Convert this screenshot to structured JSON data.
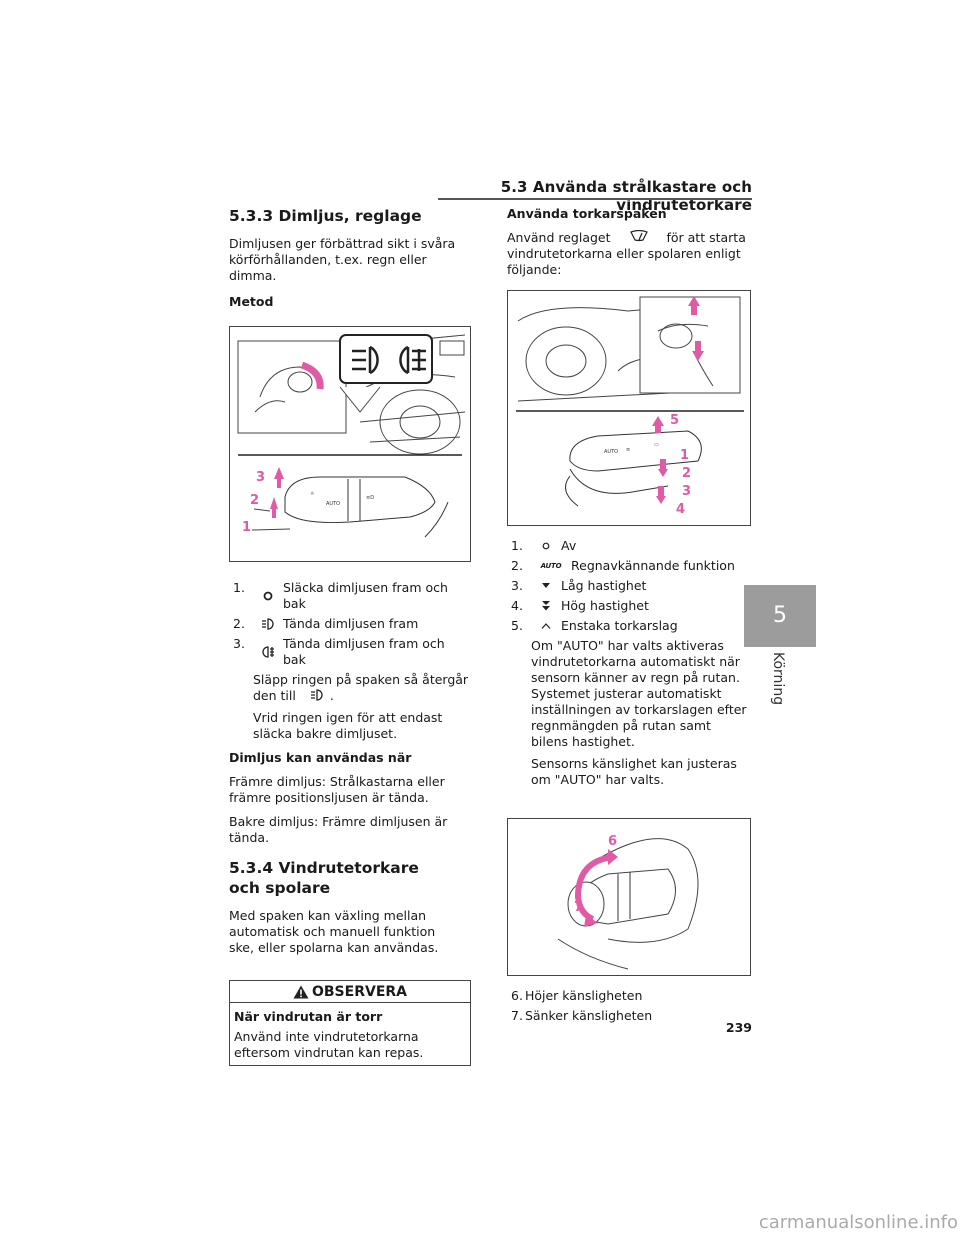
{
  "header": {
    "title": "5.3 Använda strålkastare och vindrutetorkare"
  },
  "side_tab": {
    "number": "5",
    "label": "Körning"
  },
  "left": {
    "section1_title": "5.3.3 Dimljus, reglage",
    "intro": "Dimljusen ger förbättrad sikt i svåra körförhållanden, t.ex. regn eller dimma.",
    "metod": "Metod",
    "fig1": {
      "label1": "1",
      "label2": "2",
      "label3": "3"
    },
    "items": [
      {
        "num": "1.",
        "text": "Släcka dimljusen fram och bak"
      },
      {
        "num": "2.",
        "text": "Tända dimljusen fram"
      },
      {
        "num": "3.",
        "text": "Tända dimljusen fram och bak"
      }
    ],
    "release_text": "Släpp ringen på spaken så återgår den till",
    "release_end": ".",
    "twist_text": "Vrid ringen igen för att endast släcka bakre dimljuset.",
    "usable_heading": "Dimljus kan användas när",
    "front_text": "Främre dimljus: Strålkastarna eller främre positionsljusen är tända.",
    "rear_text": "Bakre dimljus: Främre dimljusen är tända.",
    "section2_title": "5.3.4 Vindrutetorkare och spolare",
    "section2_text": "Med spaken kan växling mellan automatisk och manuell funktion ske, eller spolarna kan användas.",
    "notice": {
      "title": "OBSERVERA",
      "heading": "När vindrutan är torr",
      "text": "Använd inte vindrutetorkarna eftersom vindrutan kan repas."
    }
  },
  "right": {
    "heading": "Använda torkarspaken",
    "text_before": "Använd reglaget",
    "text_after": "för att starta vindrutetorkarna eller spolaren enligt följande:",
    "fig2": {
      "l5": "5",
      "l1": "1",
      "l2": "2",
      "l3": "3",
      "l4": "4"
    },
    "items": [
      {
        "num": "1.",
        "text": "Av"
      },
      {
        "num": "2.",
        "text": "Regnavkännande funktion"
      },
      {
        "num": "3.",
        "text": "Låg hastighet"
      },
      {
        "num": "4.",
        "text": "Hög hastighet"
      },
      {
        "num": "5.",
        "text": "Enstaka torkarslag"
      }
    ],
    "auto_text": "Om \"AUTO\" har valts aktiveras vindrutetorkarna automatiskt när sensorn känner av regn på rutan. Systemet justerar automatiskt inställningen av torkarslagen efter regnmängden på rutan samt bilens hastighet.",
    "sens_text": "Sensorns känslighet kan justeras om \"AUTO\" har valts.",
    "fig3": {
      "l6": "6",
      "l7": "7"
    },
    "sens_items": [
      {
        "num": "6.",
        "text": "Höjer känsligheten"
      },
      {
        "num": "7.",
        "text": "Sänker känsligheten"
      }
    ]
  },
  "page_number": "239",
  "watermark": "carmanualsonline.info",
  "colors": {
    "accent": "#e05aa6",
    "tab": "#9c9c9c"
  }
}
